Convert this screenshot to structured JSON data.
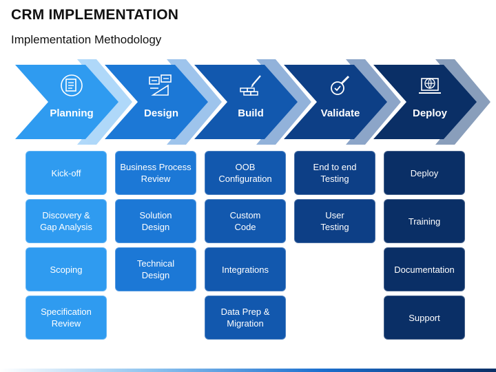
{
  "title": "CRM IMPLEMENTATION",
  "subtitle": "Implementation Methodology",
  "colors": {
    "planning": "#2f9bf0",
    "design": "#1c78d6",
    "build": "#1258ae",
    "validate": "#0d3f86",
    "deploy": "#0a2f66"
  },
  "phases": [
    {
      "label": "Planning",
      "icon": "document-checklist-icon",
      "tasks": [
        "Kick-off",
        "Discovery &\nGap Analysis",
        "Scoping",
        "Specification\nReview"
      ]
    },
    {
      "label": "Design",
      "icon": "design-tools-icon",
      "tasks": [
        "Business Process\nReview",
        "Solution\nDesign",
        "Technical\nDesign"
      ]
    },
    {
      "label": "Build",
      "icon": "brick-wall-pencil-icon",
      "tasks": [
        "OOB\nConfiguration",
        "Custom\nCode",
        "Integrations",
        "Data Prep &\nMigration"
      ]
    },
    {
      "label": "Validate",
      "icon": "check-magnifier-icon",
      "tasks": [
        "End to end\nTesting",
        "User\nTesting"
      ]
    },
    {
      "label": "Deploy",
      "icon": "laptop-globe-icon",
      "tasks": [
        "Deploy",
        "Training",
        "Documentation",
        "Support"
      ]
    }
  ]
}
